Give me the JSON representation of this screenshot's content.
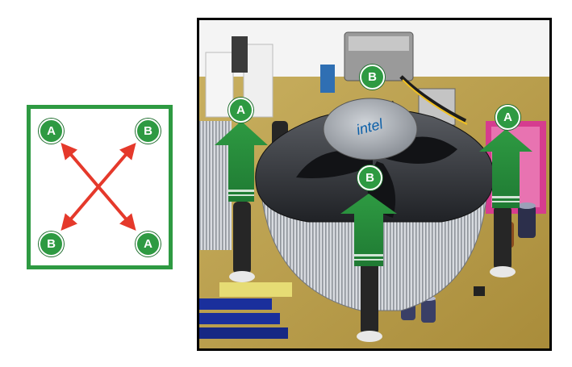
{
  "diagram": {
    "labels": {
      "top_left": "A",
      "top_right": "B",
      "bottom_left": "B",
      "bottom_right": "A"
    }
  },
  "photo": {
    "labels": {
      "top_b": "B",
      "left_a": "A",
      "right_a": "A",
      "center_b": "B"
    },
    "brand_logo": "intel"
  },
  "colors": {
    "accent_green": "#2e9a42",
    "arrow_red": "#e5392b"
  }
}
